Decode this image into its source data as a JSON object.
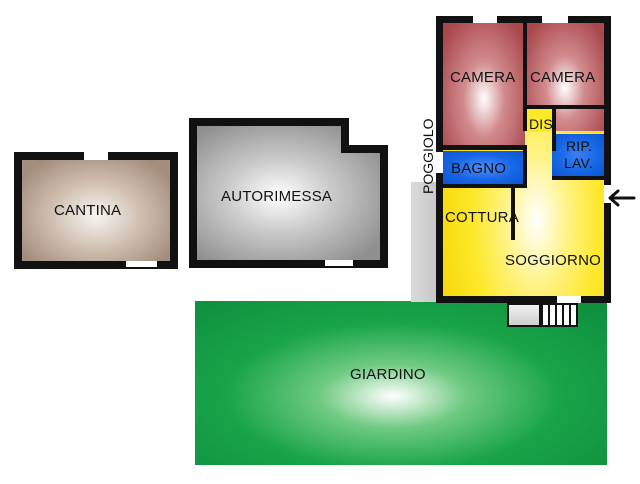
{
  "rooms": {
    "cantina": "CANTINA",
    "autorimessa": "AUTORIMESSA",
    "camera_left": "CAMERA",
    "camera_right": "CAMERA",
    "dis": "DIS.",
    "bagno": "BAGNO",
    "rip_lav_line1": "RIP.",
    "rip_lav_line2": "LAV.",
    "cottura": "COTTURA",
    "soggiorno": "SOGGIORNO",
    "poggiolo": "POGGIOLO",
    "giardino": "GIARDINO"
  },
  "icons": {
    "entrance_arrow": "arrow-left-icon"
  }
}
